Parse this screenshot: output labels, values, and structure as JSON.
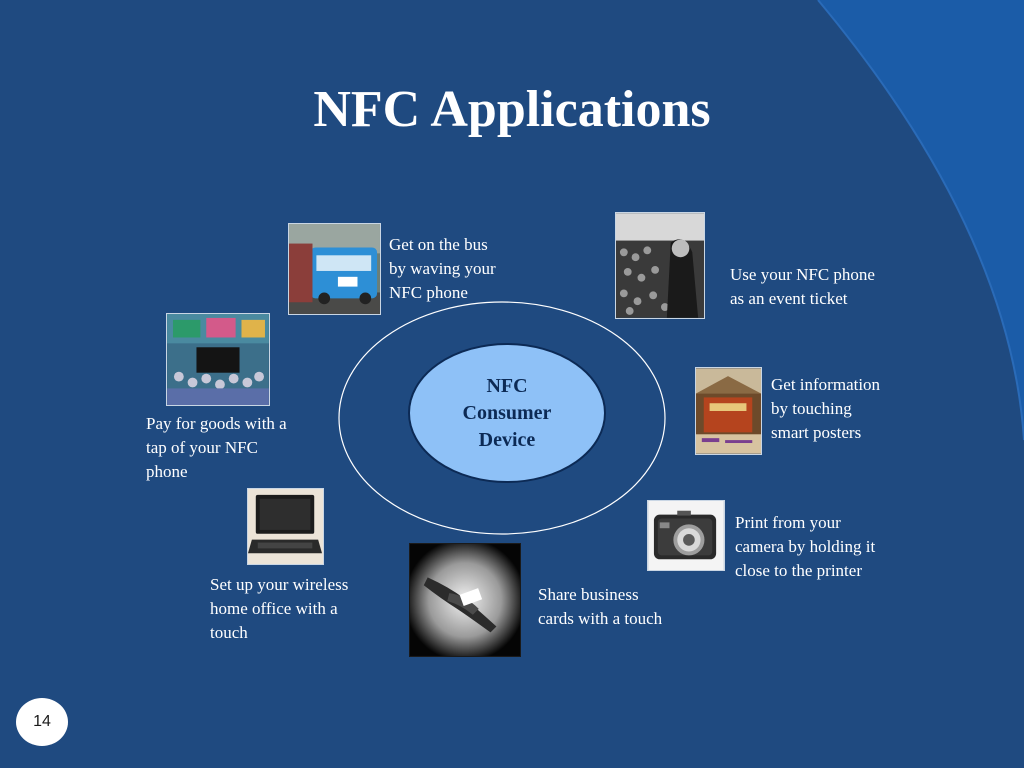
{
  "slide": {
    "title": "NFC Applications",
    "page_number": "14",
    "center": {
      "label": "NFC\nConsumer\nDevice"
    },
    "applications": [
      {
        "id": "bus",
        "caption": "Get on the bus\nby waving your\nNFC phone",
        "image": "bus-photo"
      },
      {
        "id": "ticket",
        "caption": "Use your NFC phone\nas an event ticket",
        "image": "crowd-event-photo"
      },
      {
        "id": "poster",
        "caption": "Get information\nby touching\nsmart posters",
        "image": "smart-poster-photo"
      },
      {
        "id": "camera",
        "caption": "Print from your\ncamera by holding it\nclose to the printer",
        "image": "digital-camera-photo"
      },
      {
        "id": "cards",
        "caption": "Share business\ncards with a touch",
        "image": "handshake-photo"
      },
      {
        "id": "office",
        "caption": "Set up your wireless\nhome office with a\ntouch",
        "image": "laptop-photo"
      },
      {
        "id": "pay",
        "caption": "Pay for goods with a\ntap of your NFC\nphone",
        "image": "market-crowd-photo"
      }
    ]
  },
  "colors": {
    "background": "#1f4a80",
    "right_band": "#1b5ca8",
    "center_fill": "#8ec1f7",
    "text": "#ffffff"
  }
}
